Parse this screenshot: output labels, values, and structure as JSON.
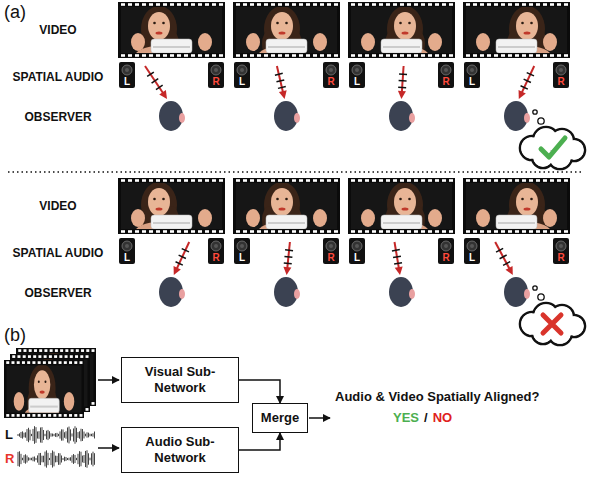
{
  "diagram": {
    "nodes": [
      {
        "text": [
          "Visual Sub-Network"
        ]
      },
      {
        "text": [
          "Audio Sub-Network"
        ]
      },
      {
        "text": [
          "Merge"
        ]
      }
    ],
    "edges": [
      {
        "from": 0,
        "to": 2,
        "arrow": "to"
      },
      {
        "from": 1,
        "to": 2,
        "arrow": "to"
      }
    ],
    "labels": [
      "(a)",
      "VIDEO",
      "SPATIAL AUDIO",
      "L",
      "R",
      "L",
      "R",
      "L",
      "R",
      "L",
      "R",
      "OBSERVER",
      "VIDEO",
      "SPATIAL AUDIO",
      "L",
      "R",
      "L",
      "R",
      "L",
      "R",
      "L",
      "R",
      "OBSERVER",
      "(b)",
      "L",
      "R",
      "Audio & Video Spatially Aligned?",
      "YES",
      "/",
      "NO"
    ]
  }
}
